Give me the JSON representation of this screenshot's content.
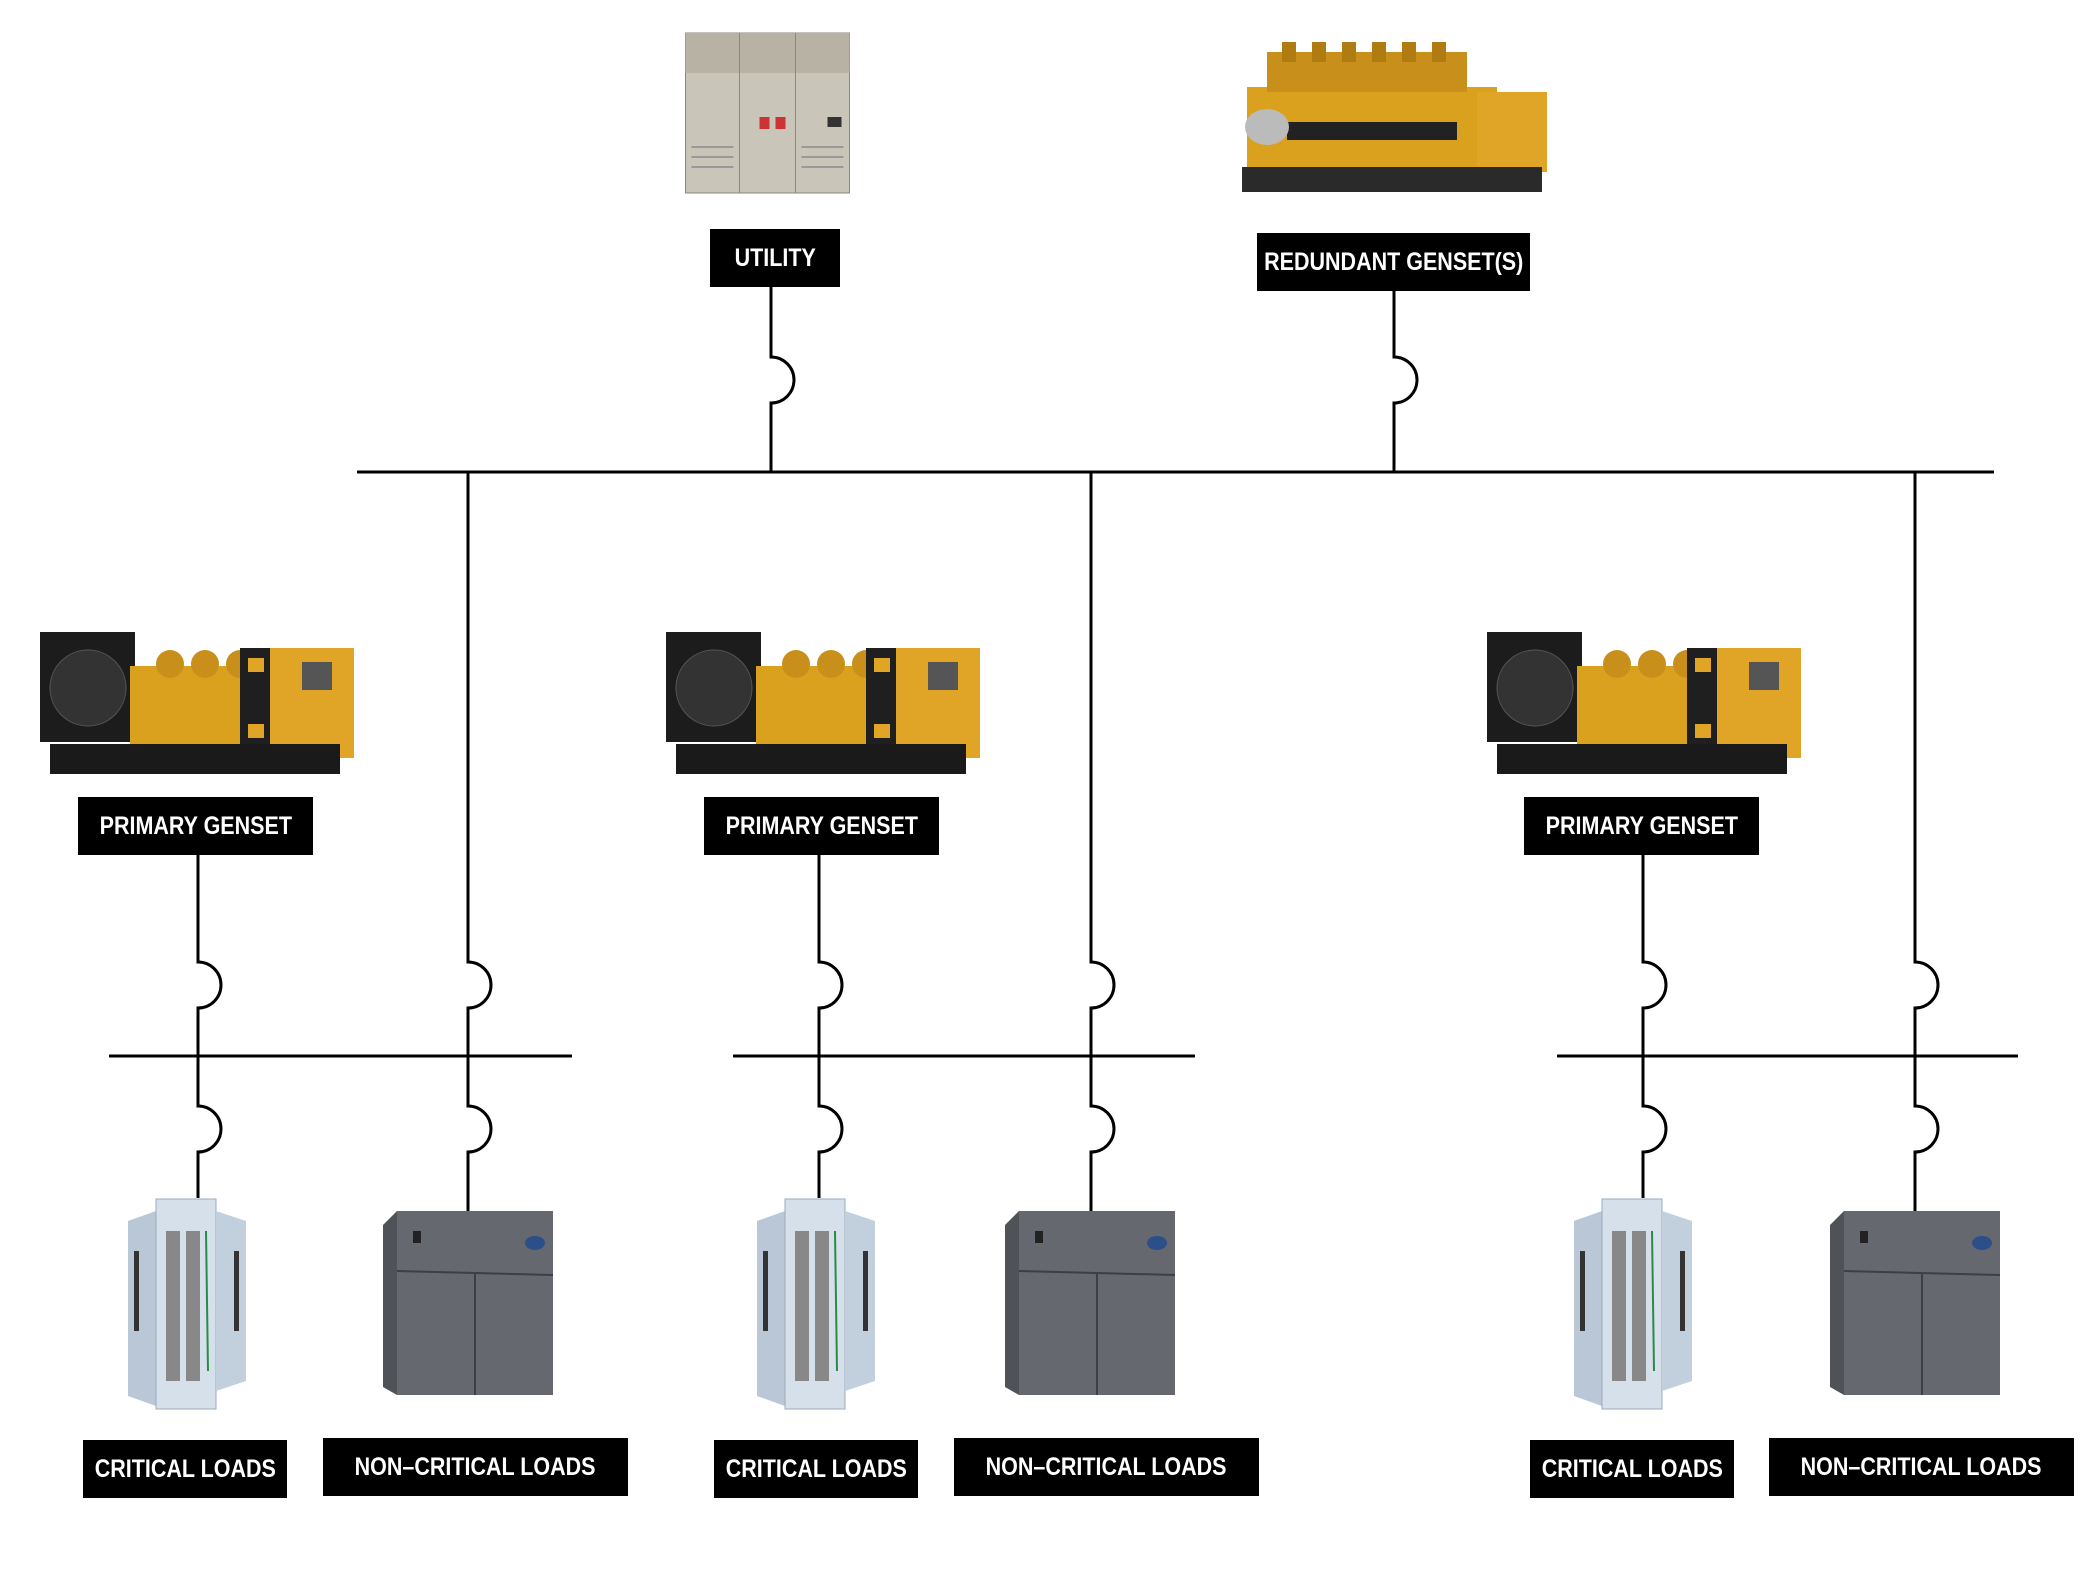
{
  "sources": {
    "utility": {
      "label": "UTILITY",
      "icon": "transformer-icon"
    },
    "redundant": {
      "label": "REDUNDANT GENSET(S)",
      "icon": "gas-genset-icon"
    }
  },
  "groups": [
    {
      "genset_label": "PRIMARY GENSET",
      "critical_label": "CRITICAL LOADS",
      "noncritical_label": "NON–CRITICAL LOADS"
    },
    {
      "genset_label": "PRIMARY GENSET",
      "critical_label": "CRITICAL LOADS",
      "noncritical_label": "NON–CRITICAL LOADS"
    },
    {
      "genset_label": "PRIMARY GENSET",
      "critical_label": "CRITICAL LOADS",
      "noncritical_label": "NON–CRITICAL LOADS"
    }
  ],
  "colors": {
    "genset": "#e0a526",
    "panel": "#c9d6e3",
    "crac": "#5e6166",
    "transformer": "#c9c5b8",
    "wire": "#000000"
  }
}
